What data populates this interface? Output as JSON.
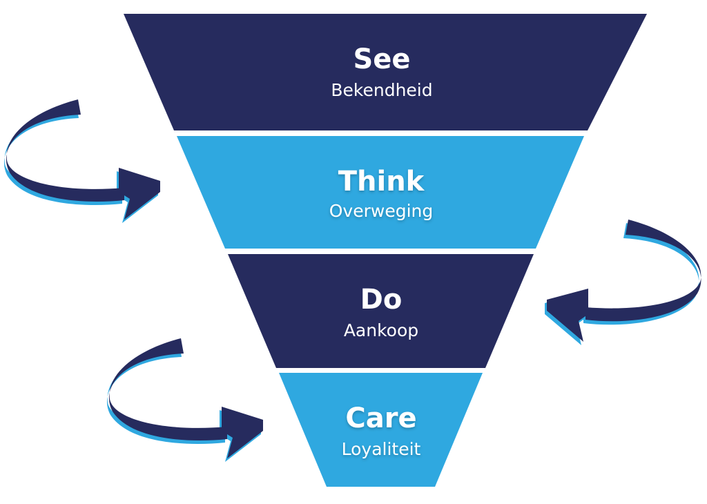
{
  "diagram": {
    "type": "funnel",
    "colors": {
      "dark": "#262b5e",
      "light": "#2fa8e0",
      "text": "#ffffff"
    },
    "stages": [
      {
        "title": "See",
        "subtitle": "Bekendheid",
        "color": "dark"
      },
      {
        "title": "Think",
        "subtitle": "Overweging",
        "color": "light"
      },
      {
        "title": "Do",
        "subtitle": "Aankoop",
        "color": "dark"
      },
      {
        "title": "Care",
        "subtitle": "Loyaliteit",
        "color": "light"
      }
    ],
    "arrows": [
      {
        "name": "cycle-arrow-left-upper",
        "direction": "right",
        "points_to": "Think"
      },
      {
        "name": "cycle-arrow-right",
        "direction": "left",
        "points_to": "Do"
      },
      {
        "name": "cycle-arrow-left-lower",
        "direction": "right",
        "points_to": "Care"
      }
    ]
  }
}
